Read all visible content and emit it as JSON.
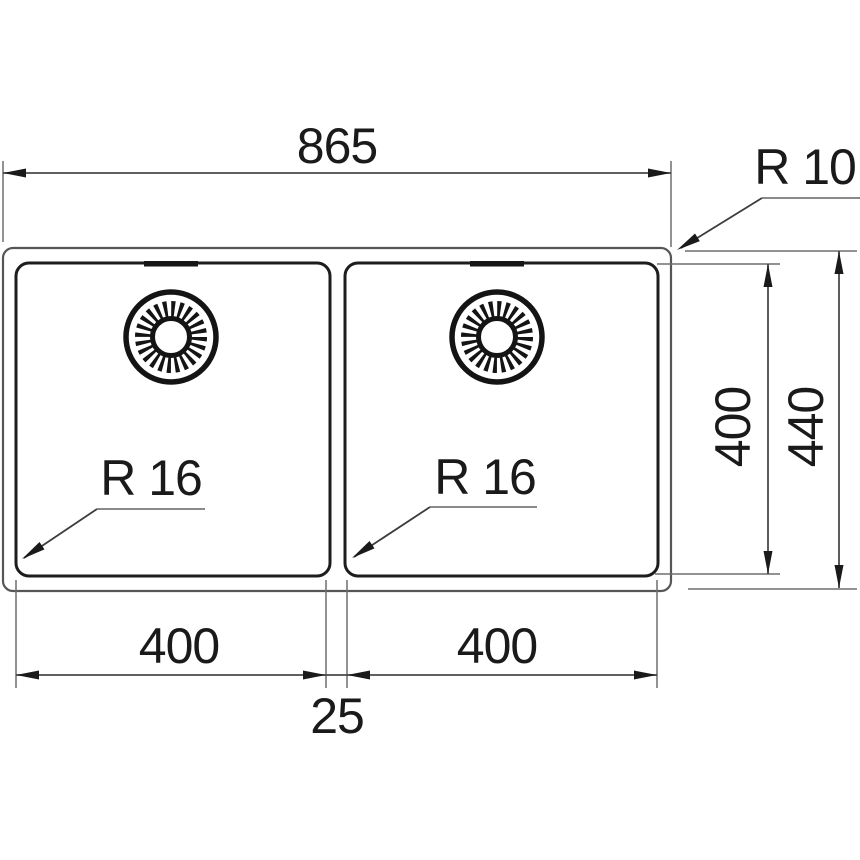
{
  "dims": {
    "overall_width": "865",
    "outer_corner_radius": "R 10",
    "left_bowl_corner_radius": "R 16",
    "right_bowl_corner_radius": "R 16",
    "bowl_inner_depth": "400",
    "overall_depth": "440",
    "left_bowl_width": "400",
    "right_bowl_width": "400",
    "center_divider_width": "25"
  },
  "colors": {
    "background": "#ffffff",
    "object_line": "#1d1d1d",
    "outer_outline": "#565656",
    "dimension_line": "#4a4a4a",
    "extension_line": "#6e6e6e",
    "leader_line": "#8a8a8a",
    "text": "#1a1a1a"
  }
}
